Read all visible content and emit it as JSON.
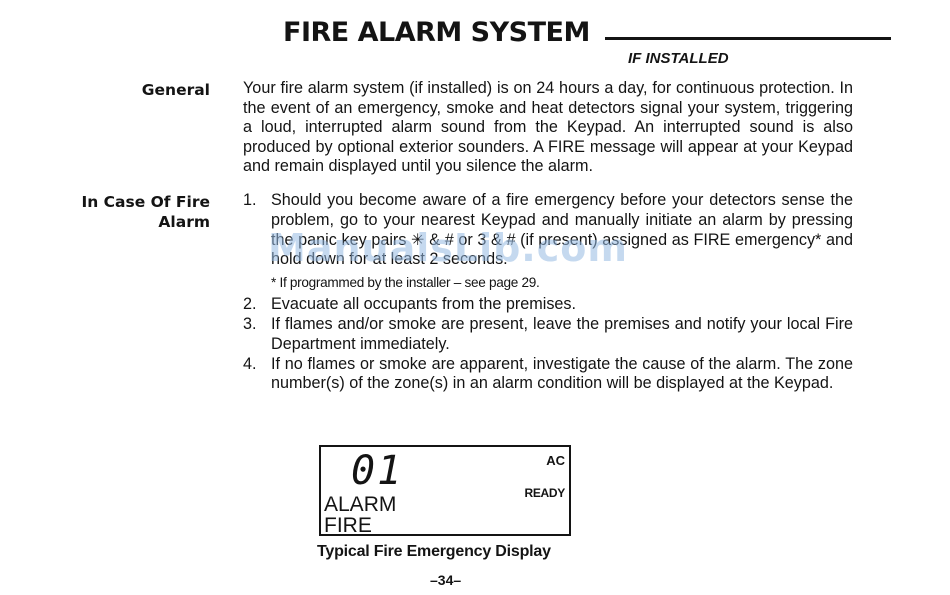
{
  "header": {
    "title": "FIRE ALARM SYSTEM",
    "subtitle": "IF INSTALLED"
  },
  "general": {
    "label": "General",
    "text": "Your fire alarm system (if installed) is on 24 hours a day, for continuous protection. In the event of an emergency, smoke and heat detectors signal your system, triggering a loud, interrupted alarm sound from the Keypad. An interrupted sound is also produced by optional exterior sounders. A FIRE message will appear at your Keypad and remain displayed until you silence the alarm."
  },
  "fire_case": {
    "label_line1": "In Case Of Fire",
    "label_line2": "Alarm",
    "steps": [
      {
        "num": "1.",
        "text": "Should you become aware of a fire emergency before your detectors sense the problem, go to your nearest Keypad and manually initiate an alarm by pressing the panic key pairs ✳ & # or 3 & # (if present) assigned as FIRE emergency* and hold down for at least 2 seconds."
      },
      {
        "num": "2.",
        "text": "Evacuate all occupants from the premises."
      },
      {
        "num": "3.",
        "text": "If flames and/or smoke are present, leave the premises and notify your local Fire Department immediately."
      },
      {
        "num": "4.",
        "text": "If no flames or smoke are apparent, investigate the cause of the alarm. The zone number(s) of the zone(s) in an alarm condition will be displayed at the Keypad."
      }
    ],
    "note": "* If programmed by the installer – see page 29."
  },
  "display": {
    "digits": "01",
    "ac": "AC",
    "ready": "READY",
    "line1": "ALARM",
    "line2": "FIRE",
    "caption": "Typical Fire Emergency Display"
  },
  "page_number": "–34–",
  "watermark": "ManualsLib.com"
}
